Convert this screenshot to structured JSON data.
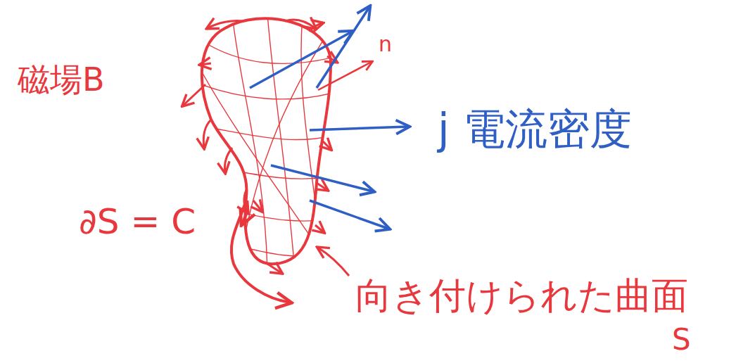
{
  "diagram": {
    "labels": [
      "磁場B",
      "j 電流密度",
      "∂S = C",
      "n",
      "向き付けられた曲面",
      "S"
    ]
  }
}
